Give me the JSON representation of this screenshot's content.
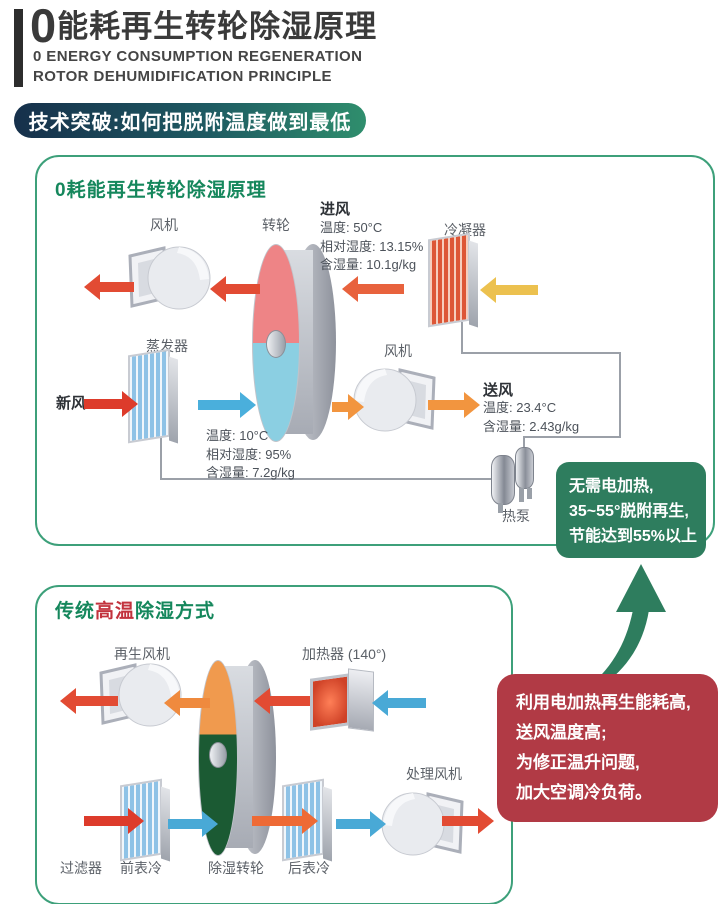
{
  "header": {
    "zero": "0",
    "title_zh": "能耗再生转轮除湿原理",
    "subtitle_en_1": "0 ENERGY CONSUMPTION REGENERATION",
    "subtitle_en_2": "ROTOR DEHUMIDIFICATION PRINCIPLE"
  },
  "badge": {
    "text": "技术突破:如何把脱附温度做到最低"
  },
  "diagram1": {
    "title": "0耗能再生转轮除湿原理",
    "fan_top_label": "风机",
    "rotor_label": "转轮",
    "inlet": {
      "title": "进风",
      "temp": "温度: 50°C",
      "rh": "相对湿度: 13.15%",
      "moisture": "含湿量: 10.1g/kg"
    },
    "condenser_label": "冷凝器",
    "evaporator_label": "蒸发器",
    "fresh_air_label": "新风",
    "fan_mid_label": "风机",
    "supply": {
      "title": "送风",
      "temp": "温度: 23.4°C",
      "moisture": "含湿量: 2.43g/kg"
    },
    "after_evap": {
      "temp": "温度: 10°C",
      "rh": "相对湿度: 95%",
      "moisture": "含湿量: 7.2g/kg"
    },
    "heat_pump_label": "热泵"
  },
  "green_note": {
    "lines": [
      "无需电加热,",
      "35~55°脱附再生,",
      "节能达到55%以上"
    ]
  },
  "diagram2": {
    "title_parts": [
      "传统",
      "高温",
      "除湿方式"
    ],
    "regen_fan_label": "再生风机",
    "heater_label": "加热器 (140°)",
    "process_fan_label": "处理风机",
    "filter_label": "过滤器",
    "pre_cooler_label": "前表冷",
    "rotor_label": "除湿转轮",
    "post_cooler_label": "后表冷"
  },
  "red_note": {
    "lines": [
      "利用电加热再生能耗高,",
      "送风温度高;",
      "为修正温升问题,",
      "加大空调冷负荷。"
    ]
  },
  "colors": {
    "accent_green": "#2e7d5e",
    "accent_red": "#b13a45",
    "panel_border": "#3da07a",
    "badge_gradient_start": "#16304b",
    "badge_gradient_end": "#2f8e6d",
    "arrow_red": "#e24b33",
    "arrow_orange": "#f2953f",
    "arrow_yellow": "#ecc14f",
    "arrow_blue": "#4aafdc"
  }
}
